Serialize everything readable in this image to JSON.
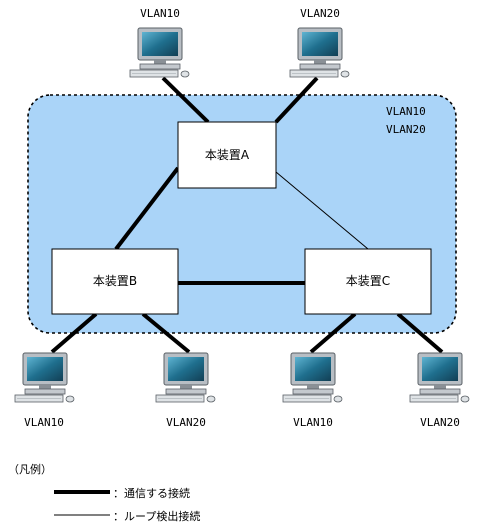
{
  "area_vlans": [
    "VLAN10",
    "VLAN20"
  ],
  "devices": {
    "a": "本装置A",
    "b": "本装置B",
    "c": "本装置C"
  },
  "terminals": {
    "top_left": "VLAN10",
    "top_right": "VLAN20",
    "b_left": "VLAN10",
    "b_right": "VLAN20",
    "c_left": "VLAN10",
    "c_right": "VLAN20"
  },
  "legend": {
    "title": "（凡例）",
    "thick": "：通信する接続",
    "thin": "：ループ検出接続"
  },
  "colors": {
    "area_fill": "#aad4f8",
    "monitor_frame": "#9aa2a8",
    "monitor_screen": "#1f5f7a",
    "monitor_screen_hi": "#4aa0c0"
  }
}
